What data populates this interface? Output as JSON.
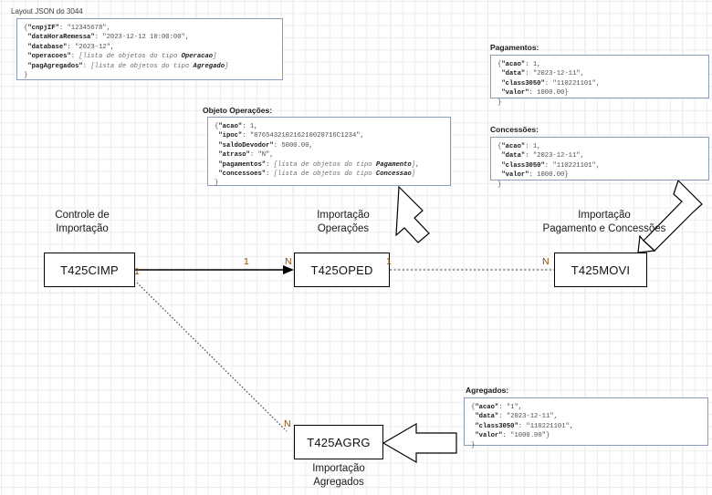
{
  "page": {
    "title": "Layout JSON do 3044",
    "background_color": "#ffffff",
    "grid_color": "#ededed",
    "grid_major_color": "#d9d9d9"
  },
  "notes": [
    {
      "id": "layout-json",
      "title": "Layout JSON do 3044",
      "title_style": "plain",
      "lines": [
        "{\"cnpjIF\": \"12345678\",",
        " \"dataHoraRemessa\": \"2023-12-12 10:00:00\",",
        " \"database\": \"2023-12\",",
        " \"operacoes\": [lista de objetos do tipo Operacao]",
        " \"pagAgregados\": [lista de objetos do tipo Agregado]",
        "}"
      ]
    },
    {
      "id": "objeto-operacoes",
      "title": "Objeto Operações:",
      "title_style": "bold",
      "lines": [
        "{\"acao\": 1,",
        " \"ipoc\": \"876543210216210020716C1234\",",
        " \"saldoDevodor\": 5000.00,",
        " \"atraso\": \"N\",",
        " \"pagamentos\": [lista de objetos do tipo Pagamento],",
        " \"concessoes\": [lista de objetos do tipo Concessao]",
        "}"
      ]
    },
    {
      "id": "pagamentos",
      "title": "Pagamentos:",
      "title_style": "bold",
      "lines": [
        "{\"acao\": 1,",
        " \"data\": \"2023-12-11\",",
        " \"class3050\": \"110221101\",",
        " \"valor\": 1000.00}",
        "}"
      ]
    },
    {
      "id": "concessoes",
      "title": "Concessões:",
      "title_style": "bold",
      "lines": [
        "{\"acao\": 1,",
        " \"data\": \"2023-12-11\",",
        " \"class3050\": \"110221101\",",
        " \"valor\": 1000.00}",
        "}"
      ]
    },
    {
      "id": "agregados",
      "title": "Agregados:",
      "title_style": "bold",
      "lines": [
        "{\"acao\": \"1\",",
        " \"data\": \"2023-12-11\",",
        " \"class3050\": \"110221101\",",
        " \"valor\": \"1000.00\"}",
        "}"
      ]
    }
  ],
  "nodes": {
    "cimp": {
      "name": "T425CIMP",
      "caption": "Controle de\nImportação"
    },
    "oped": {
      "name": "T425OPED",
      "caption": "Importação\nOperações"
    },
    "movi": {
      "name": "T425MOVI",
      "caption": "Importação\nPagamento e Concessões"
    },
    "agrg": {
      "name": "T425AGRG",
      "caption": "Importação\nAgregados"
    }
  },
  "cardinalities": {
    "cimp_to_oped_source": "1",
    "cimp_to_oped_mid": "1",
    "cimp_to_oped_target": "N",
    "oped_to_movi_source": "1",
    "oped_to_movi_target": "N",
    "cimp_to_agrg_target": "N",
    "color": "#8a4b08"
  }
}
